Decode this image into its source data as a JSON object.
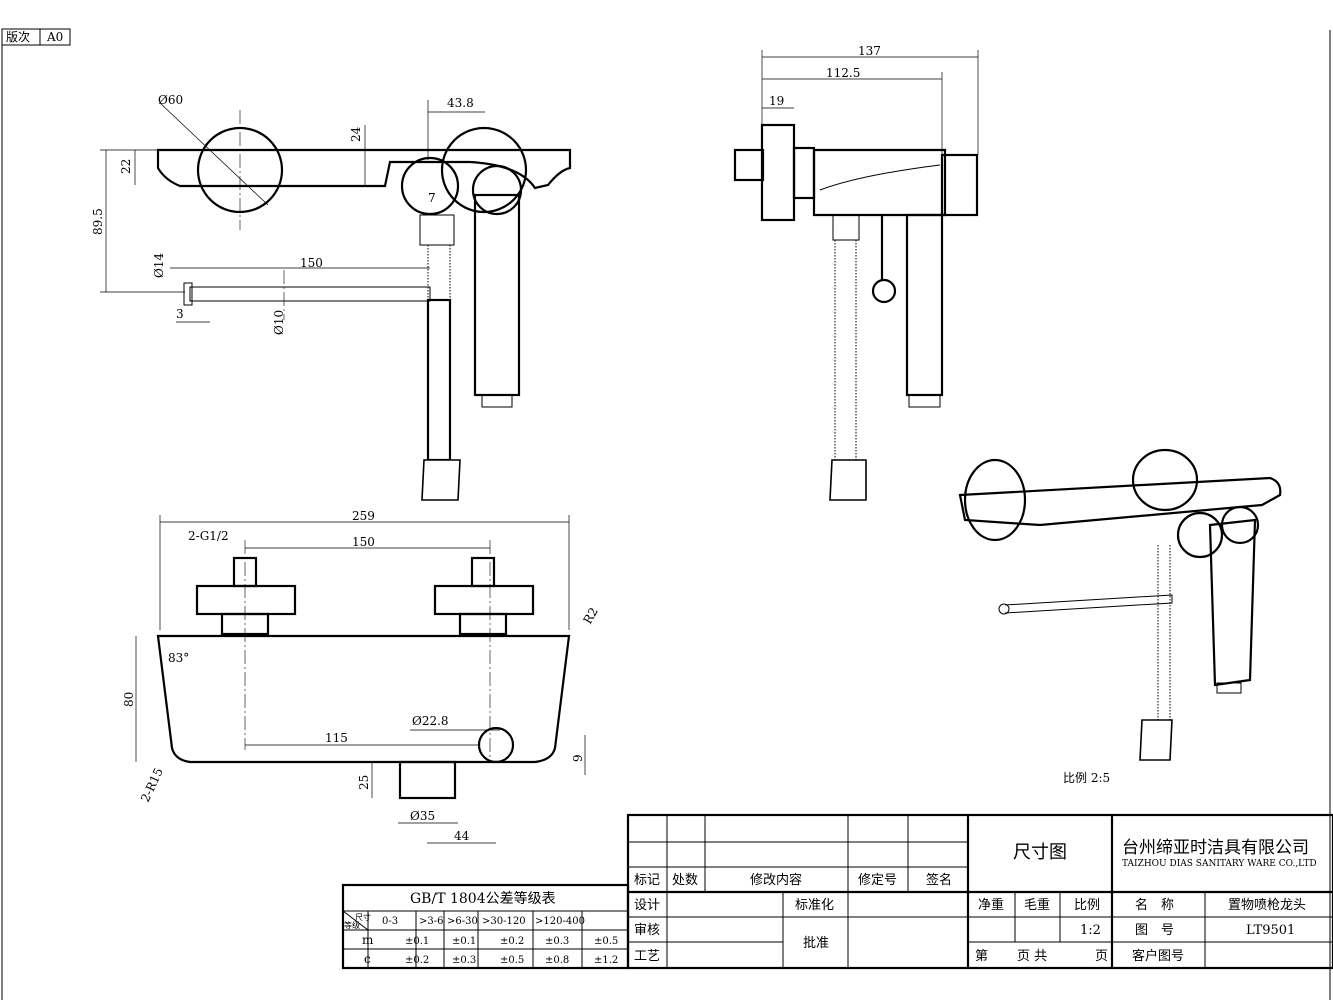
{
  "revision": {
    "label": "版次",
    "value": "A0"
  },
  "dimensions": {
    "top_view": {
      "d60": "Ø60",
      "d43_8": "43.8",
      "d24": "24",
      "d22": "22",
      "d89_5": "89.5",
      "d7": "7",
      "d14": "Ø14",
      "d150": "150",
      "d3": "3",
      "d10": "Ø10"
    },
    "side_view": {
      "d137": "137",
      "d112_5": "112.5",
      "d19": "19"
    },
    "front_view": {
      "d259": "259",
      "g12": "2-G1/2",
      "d150": "150",
      "r2": "R2",
      "a83": "83°",
      "d80": "80",
      "d22_8": "Ø22.8",
      "d115": "115",
      "d9": "9",
      "r15": "2-R15",
      "d25": "25",
      "d35": "Ø35",
      "d44": "44"
    },
    "iso_scale": "比例 2:5"
  },
  "tolerance_table": {
    "title": "GB/T 1804公差等级表",
    "corner_top": "尺寸",
    "corner_bottom": "等级",
    "columns": [
      "0-3",
      ">3-6",
      ">6-30",
      ">30-120",
      ">120-400"
    ],
    "rows": [
      {
        "grade": "m",
        "values": [
          "±0.1",
          "±0.1",
          "±0.2",
          "±0.3",
          "±0.5"
        ]
      },
      {
        "grade": "c",
        "values": [
          "±0.2",
          "±0.3",
          "±0.5",
          "±0.8",
          "±1.2"
        ]
      }
    ]
  },
  "title_block": {
    "revision_headers": [
      "标记",
      "处数",
      "修改内容",
      "修定号",
      "签名"
    ],
    "design": "设计",
    "standardization": "标准化",
    "review": "审核",
    "approve": "批准",
    "process": "工艺",
    "drawing_type": "尺寸图",
    "company_cn": "台州缔亚时洁具有限公司",
    "company_en": "TAIZHOU DIAS SANITARY WARE CO.,LTD",
    "net_weight": "净重",
    "gross_weight": "毛重",
    "scale_label": "比例",
    "scale_value": "1:2",
    "name_label": "名　称",
    "name_value": "置物喷枪龙头",
    "drawing_no_label": "图　号",
    "drawing_no_value": "LT9501",
    "page_text": [
      "第",
      "页 共",
      "页"
    ],
    "customer_no_label": "客户图号"
  }
}
